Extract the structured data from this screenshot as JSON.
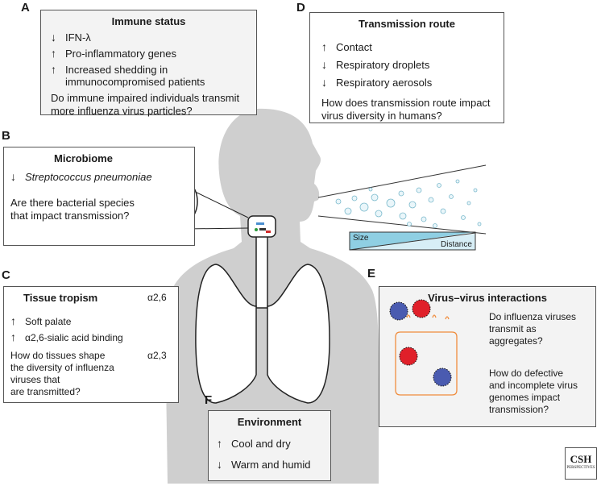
{
  "panels": {
    "A": {
      "letter": "A",
      "title": "Immune status",
      "items": [
        {
          "arrow": "↓",
          "text": "IFN-λ"
        },
        {
          "arrow": "↑",
          "text": "Pro-inflammatory genes"
        },
        {
          "arrow": "↑",
          "text": "Increased shedding in"
        },
        {
          "arrow": "",
          "text": "immunocompromised patients"
        }
      ],
      "question": [
        "Do immune impaired individuals transmit",
        "more influenza virus particles?"
      ]
    },
    "B": {
      "letter": "B",
      "title": "Microbiome",
      "items": [
        {
          "arrow": "↓",
          "text": "Streptococcus pneumoniae"
        }
      ],
      "question": [
        "Are there bacterial species",
        "that impact transmission?"
      ]
    },
    "C": {
      "letter": "C",
      "title": "Tissue tropism",
      "items": [
        {
          "arrow": "↑",
          "text": "Soft palate"
        },
        {
          "arrow": "↑",
          "text": "α2,6-sialic acid binding"
        }
      ],
      "question": [
        "How do tissues shape",
        "the diversity of influenza",
        "viruses that",
        "are transmitted?"
      ],
      "receptor_labels": [
        "α2,6",
        "α2,3"
      ]
    },
    "D": {
      "letter": "D",
      "title": "Transmission route",
      "items": [
        {
          "arrow": "↑",
          "text": "Contact"
        },
        {
          "arrow": "↓",
          "text": "Respiratory droplets"
        },
        {
          "arrow": "↓",
          "text": "Respiratory aerosols"
        }
      ],
      "question": [
        "How does transmission route impact",
        "virus diversity in humans?"
      ],
      "scale_labels": [
        "Size",
        "Distance"
      ]
    },
    "E": {
      "letter": "E",
      "title": "Virus–virus interactions",
      "question1": [
        "Do influenza viruses",
        "transmit as",
        "aggregates?"
      ],
      "question2": [
        "How do defective",
        "and incomplete virus",
        "genomes impact",
        "transmission?"
      ]
    },
    "F": {
      "letter": "F",
      "title": "Environment",
      "items": [
        {
          "arrow": "↑",
          "text": "Cool and dry"
        },
        {
          "arrow": "↓",
          "text": "Warm and humid"
        }
      ]
    }
  },
  "logo": {
    "line1": "CSH",
    "line2": "PERSPECTIVES"
  },
  "colors": {
    "body": "#cfcfcf",
    "box_grey": "#f3f3f3",
    "virus_red": "#e0202a",
    "virus_blue": "#4a5bb0",
    "tissue_orange": "#f08c3c",
    "aerosol": "#a8d8e8"
  }
}
